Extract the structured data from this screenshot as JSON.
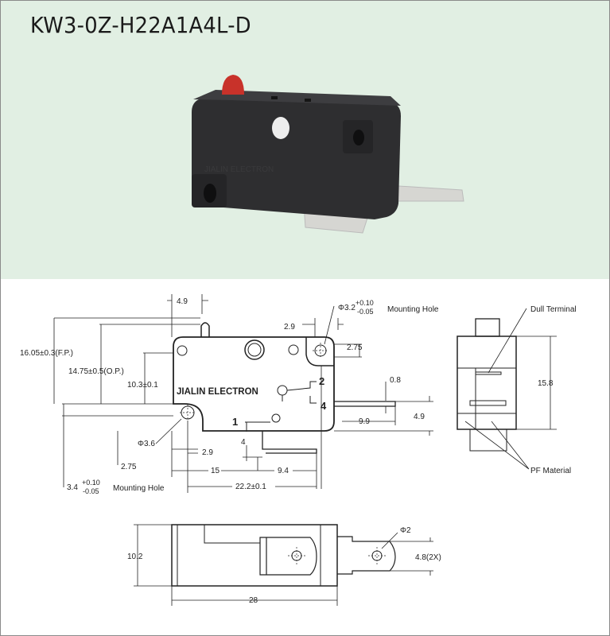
{
  "title": "KW3-0Z-H22A1A4L-D",
  "photo": {
    "body_color": "#2e2e30",
    "actuator_color": "#c8322a",
    "terminal_color": "#d6d6d2"
  },
  "front_view": {
    "brand": "JIALIN ELECTRON",
    "terminals": [
      "1",
      "2",
      "4"
    ],
    "dims": {
      "lever_width": "4.9",
      "top_hole_offset": "2.9",
      "top_hole_dia": "Φ3.2",
      "top_hole_tol_plus": "+0.10",
      "top_hole_tol_minus": "-0.05",
      "top_hole_label": "Mounting Hole",
      "top_hole_height": "2.75",
      "fp": "16.05±0.3(F.P.)",
      "op": "14.75±0.5(O.P.)",
      "height": "10.3±0.1",
      "terminal_thickness": "0.8",
      "terminal_length": "9.9",
      "terminal_offset": "4.9",
      "bottom_hole_dia": "Φ3.6",
      "bottom_terminal_drop": "4",
      "bottom_hole_offset": "2.9",
      "bottom_hole_height": "2.75",
      "span_15": "15",
      "span_9_4": "9.4",
      "bottom_hole_size": "3.4",
      "bottom_hole_tol_plus": "+0.10",
      "bottom_hole_tol_minus": "-0.05",
      "bottom_hole_label": "Mounting Hole",
      "hole_spacing": "22.2±0.1"
    }
  },
  "side_view": {
    "dull_terminal": "Dull Terminal",
    "height": "15.8",
    "pf_material": "PF Material"
  },
  "bottom_view": {
    "width": "10.2",
    "length": "28",
    "hole_dia": "Φ2",
    "terminal_width": "4.8(2X)"
  }
}
